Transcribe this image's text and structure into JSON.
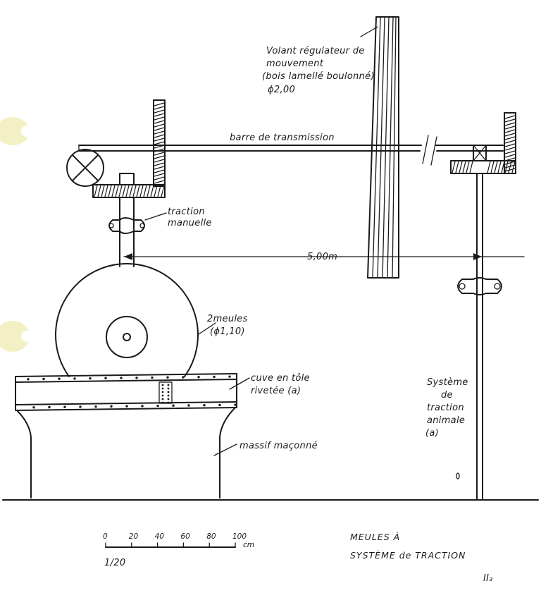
{
  "labels": {
    "flywheel": [
      "Volant régulateur de",
      "mouvement",
      "(bois lamellé boulonné)",
      "ϕ2,00"
    ],
    "transmission_bar": "barre de transmission",
    "manual_traction": [
      "traction",
      "manuelle"
    ],
    "distance": "5,00m",
    "millstones": [
      "2meules",
      "(ϕ1,10)"
    ],
    "tank": [
      "cuve en tôle",
      "rivetée (a)"
    ],
    "masonry": "massif maçonné",
    "animal_traction": [
      "Système",
      "de",
      "traction",
      "animale",
      "(a)"
    ]
  },
  "scale": {
    "ticks": [
      "0",
      "20",
      "40",
      "60",
      "80",
      "100"
    ],
    "unit": "cm",
    "ratio": "1/20"
  },
  "title": [
    "MEULES À",
    "SYSTÈME de TRACTION"
  ],
  "page_number": "II₃"
}
